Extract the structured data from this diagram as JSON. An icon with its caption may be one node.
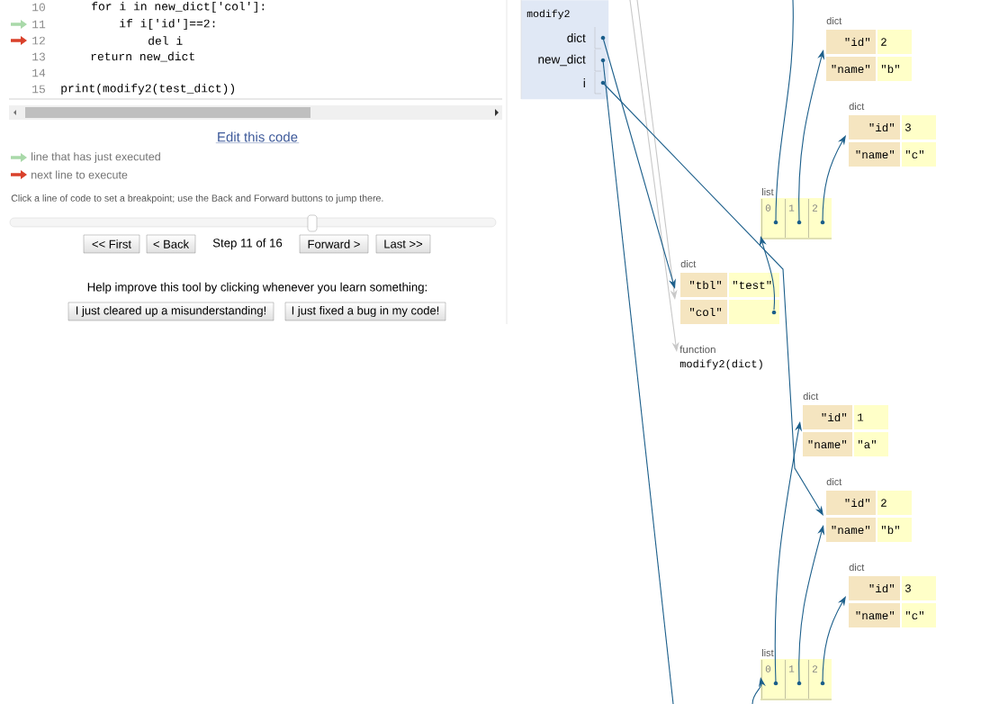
{
  "diagram": {
    "nodes": [
      {
        "text": [
          "<< First"
        ]
      },
      {
        "text": [
          "< Back"
        ]
      },
      {
        "text": [
          "Forward >"
        ]
      },
      {
        "text": [
          "Last >>"
        ]
      },
      {
        "text": [
          "I just cleared up a misunderstanding!"
        ]
      },
      {
        "text": [
          "I just fixed a bug in my code!"
        ]
      },
      {
        "text": [
          "modify2"
        ]
      },
      {
        "text": [
          "dict"
        ],
        "in": 6
      },
      {
        "text": [
          "new_dict"
        ],
        "in": 6
      },
      {
        "text": [
          "i"
        ],
        "in": 6
      },
      {
        "text": [
          "dict",
          "\"id\"",
          "2",
          "\"name\"",
          "\"b\""
        ]
      },
      {
        "text": [
          "dict",
          "\"id\"",
          "3",
          "\"name\"",
          "\"c\""
        ]
      },
      {
        "text": [
          "list"
        ]
      },
      {
        "text": [
          "0"
        ],
        "in": 12
      },
      {
        "text": [
          "1"
        ],
        "in": 12
      },
      {
        "text": [
          "2"
        ],
        "in": 12
      },
      {
        "text": [
          "dict",
          "\"tbl\"",
          "\"test\"",
          "\"col\""
        ]
      },
      {
        "text": [
          "function",
          "modify2(dict)"
        ]
      },
      {
        "text": [
          "dict",
          "\"id\"",
          "1",
          "\"name\"",
          "\"a\""
        ]
      },
      {
        "text": [
          "dict",
          "\"id\"",
          "2",
          "\"name\"",
          "\"b\""
        ]
      },
      {
        "text": [
          "dict",
          "\"id\"",
          "3",
          "\"name\"",
          "\"c\""
        ]
      },
      {
        "text": [
          "list"
        ]
      },
      {
        "text": [
          "0"
        ],
        "in": 21
      },
      {
        "text": [
          "1"
        ],
        "in": 21
      },
      {
        "text": [
          "2"
        ],
        "in": 21
      }
    ],
    "edges": [
      {
        "from": null,
        "to": 16,
        "arrow": "to",
        "color": "#c8c8c8"
      },
      {
        "from": null,
        "to": 17,
        "arrow": "to",
        "color": "#c8c8c8"
      },
      {
        "from": 7,
        "to": 16,
        "arrow": "to"
      },
      {
        "from": 8,
        "to": null,
        "arrow": "none"
      },
      {
        "from": 9,
        "to": 19,
        "arrow": "to"
      },
      {
        "from": 13,
        "to": null,
        "arrow": "none"
      },
      {
        "from": 14,
        "to": 10,
        "arrow": "to"
      },
      {
        "from": 15,
        "to": 11,
        "arrow": "to"
      },
      {
        "from": 16,
        "to": 12,
        "arrow": "to"
      },
      {
        "from": 22,
        "to": 18,
        "arrow": "to"
      },
      {
        "from": 23,
        "to": 19,
        "arrow": "to"
      },
      {
        "from": 24,
        "to": 20,
        "arrow": "to"
      },
      {
        "from": null,
        "to": 21,
        "arrow": "to"
      }
    ],
    "labels": [
      "10",
      "for i in new_dict['col']:",
      "11",
      "if i['id']==2:",
      "12",
      "del i",
      "13",
      "return new_dict",
      "14",
      "15",
      "print(modify2(test_dict))",
      "Edit this code",
      "Click a line of code to set a breakpoint; use the Back and Forward buttons to jump there.",
      "Step 11 of 16",
      "Help improve this tool by clicking whenever you learn something:"
    ],
    "legend": [
      {
        "text": "line that has just executed"
      },
      {
        "text": "next line to execute"
      }
    ]
  }
}
